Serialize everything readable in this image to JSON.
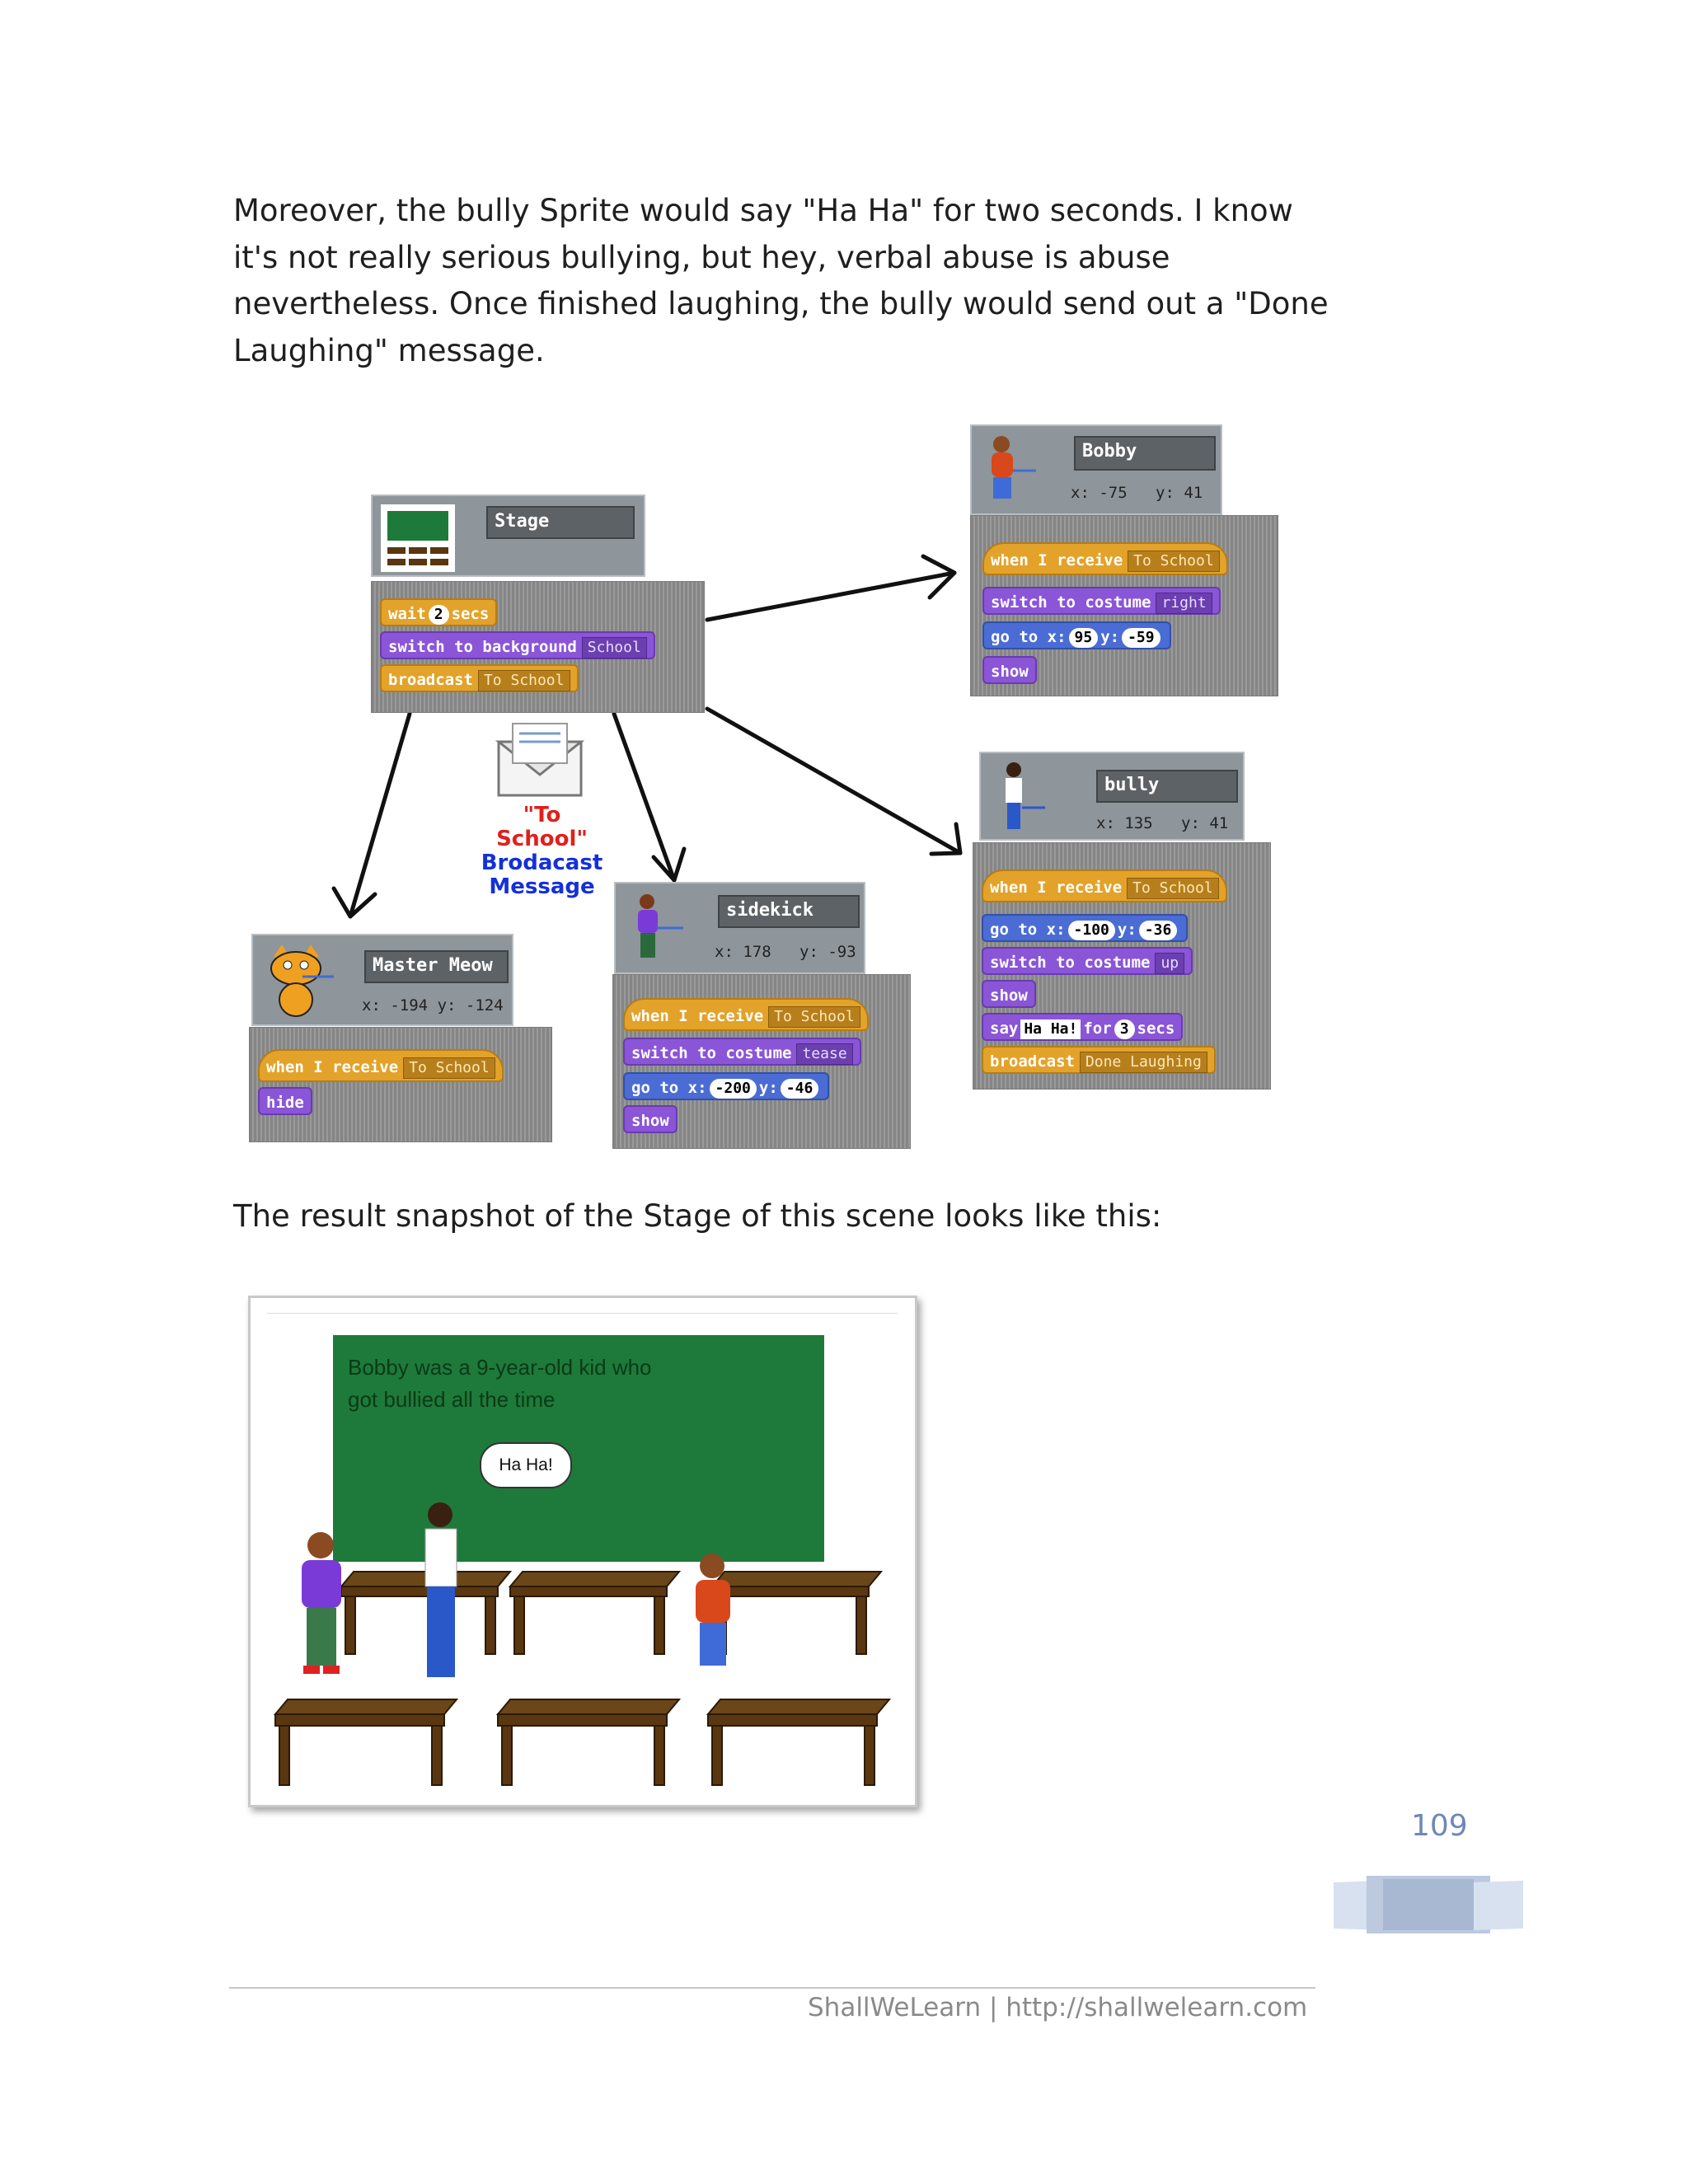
{
  "paragraph_1": "Moreover, the bully Sprite would say \"Ha Ha\" for two seconds. I know it's not really serious bullying, but hey, verbal abuse is abuse nevertheless. Once finished laughing, the bully would send out a \"Done Laughing\" message.",
  "paragraph_2": "The result snapshot of the Stage of this scene looks like this:",
  "stage_panel": {
    "name": "Stage",
    "blocks": {
      "wait_label": "wait",
      "wait_value": "2",
      "wait_unit": "secs",
      "switch_bg_label": "switch to background",
      "switch_bg_value": "School",
      "broadcast_label": "broadcast",
      "broadcast_value": "To School"
    }
  },
  "bobby": {
    "name": "Bobby",
    "x_label": "x:",
    "x": "-75",
    "y_label": "y:",
    "y": "41",
    "blocks": {
      "hat_label": "when I receive",
      "hat_value": "To School",
      "costume_label": "switch to costume",
      "costume_value": "right",
      "goto_label": "go to x:",
      "goto_x": "95",
      "goto_y_label": "y:",
      "goto_y": "-59",
      "show_label": "show"
    }
  },
  "bully": {
    "name": "bully",
    "x_label": "x:",
    "x": "135",
    "y_label": "y:",
    "y": "41",
    "blocks": {
      "hat_label": "when I receive",
      "hat_value": "To School",
      "goto_label": "go to x:",
      "goto_x": "-100",
      "goto_y_label": "y:",
      "goto_y": "-36",
      "costume_label": "switch to costume",
      "costume_value": "up",
      "show_label": "show",
      "say_label": "say",
      "say_value": "Ha Ha!",
      "say_for": "for",
      "say_secs": "3",
      "say_unit": "secs",
      "broadcast_label": "broadcast",
      "broadcast_value": "Done Laughing"
    }
  },
  "sidekick": {
    "name": "sidekick",
    "x_label": "x:",
    "x": "178",
    "y_label": "y:",
    "y": "-93",
    "blocks": {
      "hat_label": "when I receive",
      "hat_value": "To School",
      "costume_label": "switch to costume",
      "costume_value": "tease",
      "goto_label": "go to x:",
      "goto_x": "-200",
      "goto_y_label": "y:",
      "goto_y": "-46",
      "show_label": "show"
    }
  },
  "master_meow": {
    "name": "Master Meow",
    "x_label": "x:",
    "x": "-194",
    "y_label": "y:",
    "y": "-124",
    "blocks": {
      "hat_label": "when I receive",
      "hat_value": "To School",
      "hide_label": "hide"
    }
  },
  "message_label": {
    "line1": "\"To School\"",
    "line2": "Brodacast",
    "line3": "Message"
  },
  "stage_snapshot": {
    "board_line1": "Bobby was a 9-year-old kid who",
    "board_line2": "got bullied all the time",
    "bubble": "Ha Ha!"
  },
  "page_number": "109",
  "footer": "ShallWeLearn  |  http://shallwelearn.com",
  "colors": {
    "control": "#e3a22a",
    "looks": "#8a55d6",
    "motion": "#4a6cd4",
    "board": "#1e7a3a",
    "page_number": "#6f87b8"
  }
}
